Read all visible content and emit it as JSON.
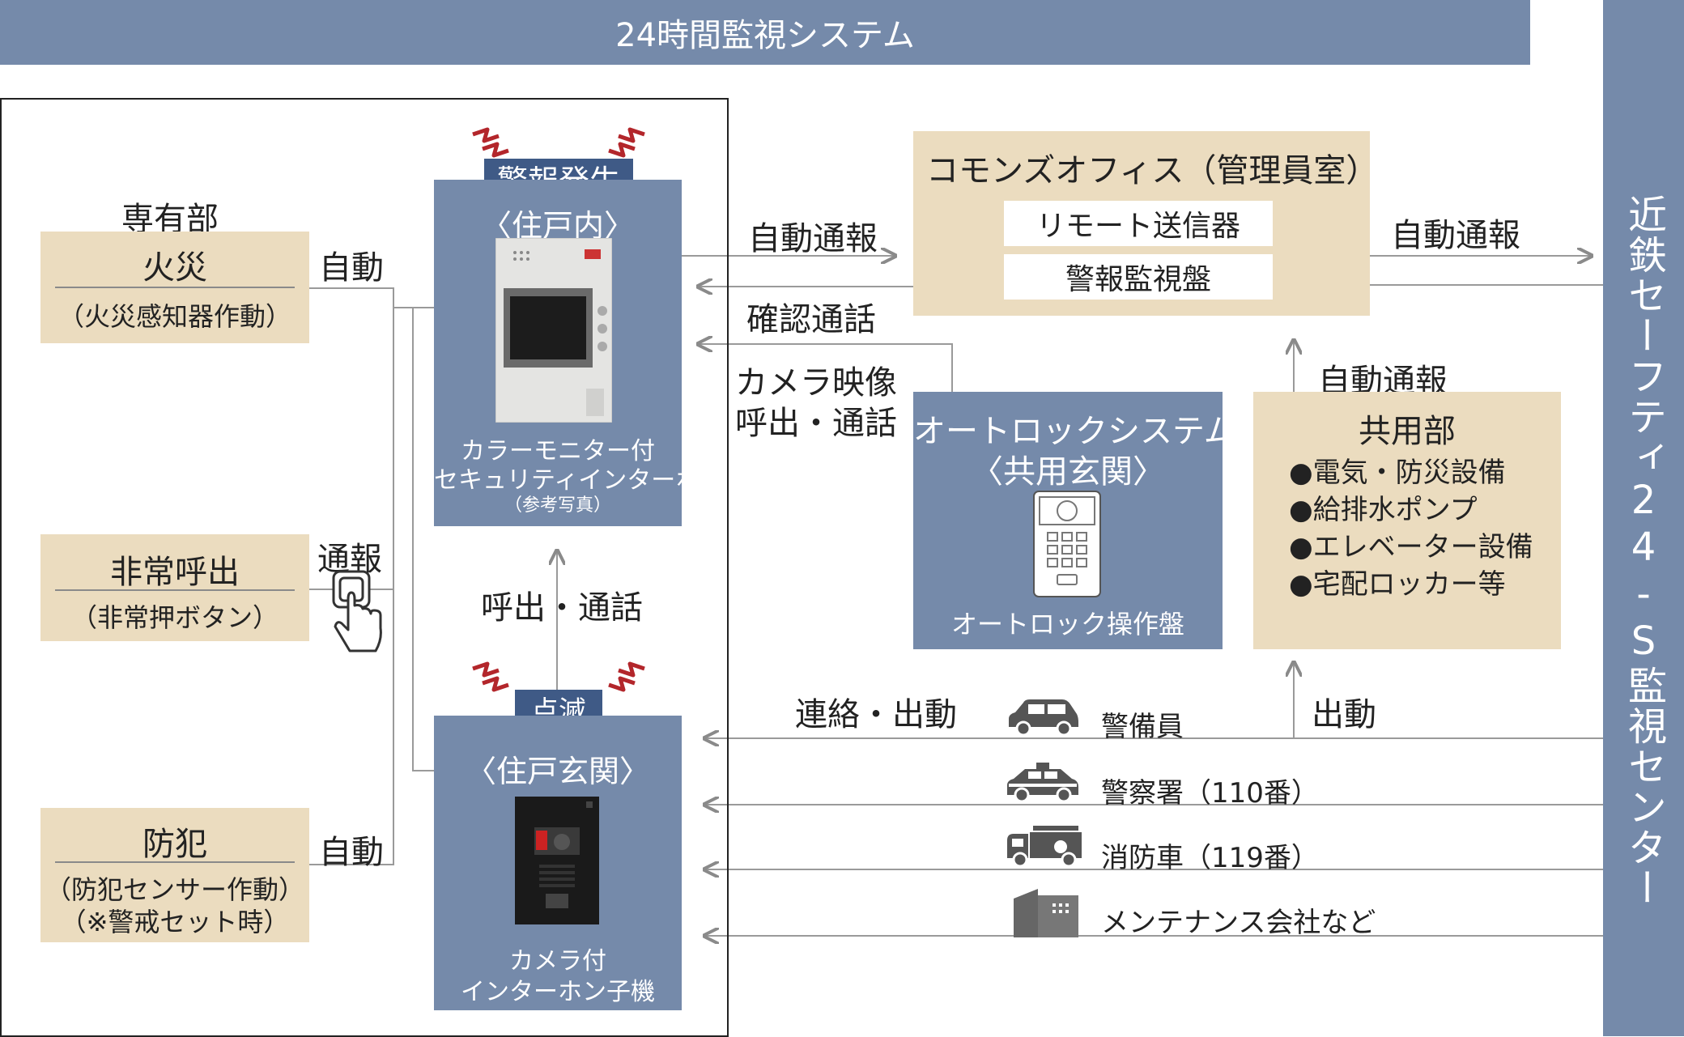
{
  "banner": {
    "title": "24時間監視システム"
  },
  "center": {
    "title": "近鉄セーフティ24-S監視センター"
  },
  "private_area": {
    "heading": "専有部",
    "items": [
      {
        "title": "火災",
        "subtitle": "（火災感知器作動）",
        "trigger": "自動"
      },
      {
        "title": "非常呼出",
        "subtitle": "（非常押ボタン）",
        "trigger": "通報"
      },
      {
        "title": "防犯",
        "subtitle": "（防犯センサー作動）",
        "subtitle2": "（※警戒セット時）",
        "trigger": "自動"
      }
    ]
  },
  "alarm_unit": {
    "badge": "警報発生",
    "location": "〈住戸内〉",
    "caption_line1": "カラーモニター付",
    "caption_line2": "セキュリティインターホン",
    "note": "（参考写真）"
  },
  "entrance_unit": {
    "badge": "点滅",
    "location": "〈住戸玄関〉",
    "caption_line1": "カメラ付",
    "caption_line2": "インターホン子機"
  },
  "call_label": "呼出・通話",
  "commons_office": {
    "title": "コモンズオフィス（管理員室）",
    "items": [
      "リモート送信器",
      "警報監視盤"
    ]
  },
  "autolock": {
    "title": "オートロックシステム",
    "location": "〈共用玄関〉",
    "caption": "オートロック操作盤"
  },
  "common_area": {
    "title": "共用部",
    "items": [
      "●電気・防災設備",
      "●給排水ポンプ",
      "●エレベーター設備",
      "●宅配ロッカー等"
    ]
  },
  "flow_labels": {
    "auto_report_1": "自動通報",
    "confirm_call": "確認通話",
    "camera_line1": "カメラ映像",
    "camera_line2": "呼出・通話",
    "auto_report_2": "自動通報",
    "auto_report_3": "自動通報",
    "contact_dispatch": "連絡・出動",
    "dispatch": "出動"
  },
  "responders": [
    {
      "label": "警備員",
      "icon": "car-icon"
    },
    {
      "label": "警察署（110番）",
      "icon": "police-car-icon"
    },
    {
      "label": "消防車（119番）",
      "icon": "fire-truck-icon"
    },
    {
      "label": "メンテナンス会社など",
      "icon": "building-icon"
    }
  ],
  "colors": {
    "blue": "#758aaa",
    "tan": "#ebdcbf",
    "alarm_red": "#b3262b",
    "line": "#8a8a8a"
  }
}
